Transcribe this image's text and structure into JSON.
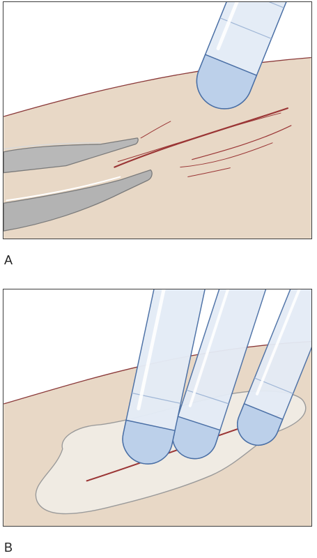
{
  "panels": {
    "a": {
      "label": "A"
    },
    "b": {
      "label": "B"
    }
  },
  "colors": {
    "skin": "#e8d8c6",
    "skin_edge": "#8b3a3a",
    "incision": "#9a3535",
    "forceps": "#b8b8b8",
    "forceps_edge": "#7a7a7a",
    "tube_glass": "#e4ecf6",
    "tube_gel": "#bcd0ea",
    "tube_edge": "#4a6fa5",
    "dressing": "#f0ebe3",
    "dressing_edge": "#9a9a9a",
    "frame": "#3d3d3d"
  },
  "icons": {
    "panel_a": [
      "skin-surface",
      "incision-wound",
      "forceps-icon",
      "applicator-tube-icon"
    ],
    "panel_b": [
      "skin-surface",
      "dressing-patch",
      "incision-wound",
      "applicator-tube-icon"
    ]
  }
}
